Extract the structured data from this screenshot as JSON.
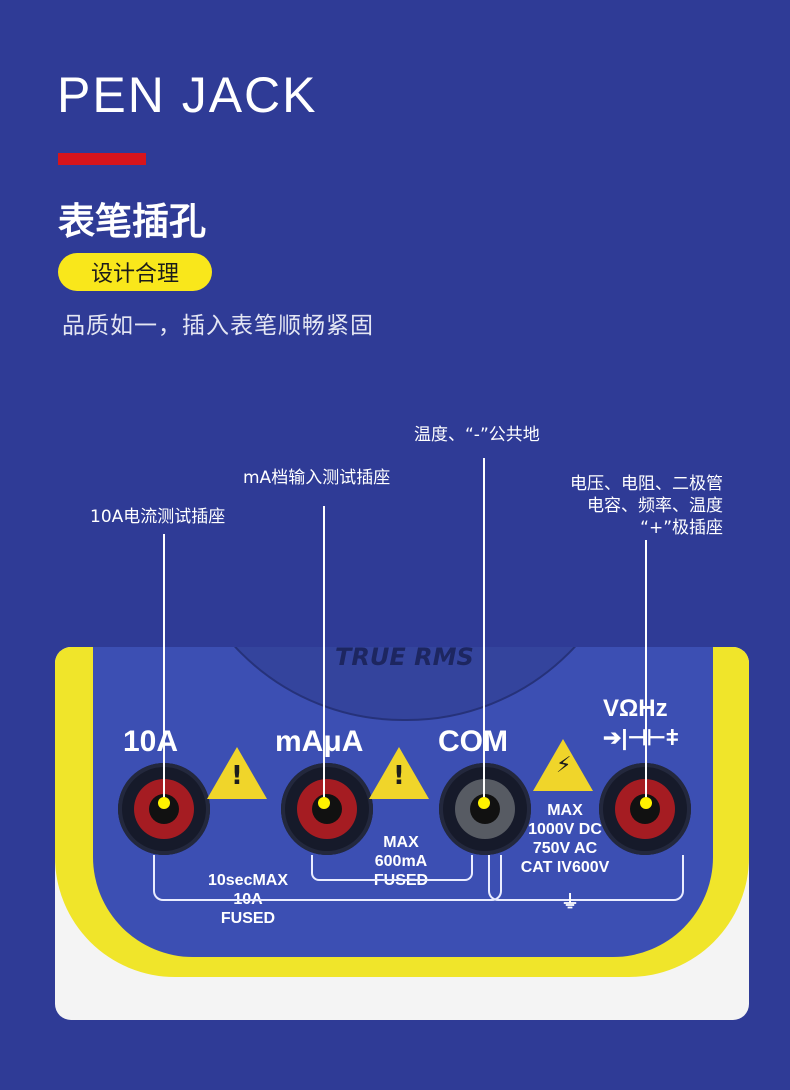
{
  "header": {
    "title_en": "PEN JACK",
    "title_cn": "表笔插孔",
    "badge": "设计合理",
    "description": "品质如一，插入表笔顺畅紧固"
  },
  "callouts": [
    {
      "id": "10a",
      "text": "10A电流测试插座"
    },
    {
      "id": "ma",
      "text": "mA档输入测试插座"
    },
    {
      "id": "com",
      "text": "温度、“-”公共地"
    },
    {
      "id": "v",
      "lines": [
        "电压、电阻、二极管",
        "电容、频率、温度",
        "“+”极插座"
      ]
    }
  ],
  "device": {
    "rms_text": "TRUE RMS",
    "jack_labels": [
      "10A",
      "mAμA",
      "COM",
      "VΩHz"
    ],
    "v_symbols": "➔|⊣⊢ǂ",
    "ma_spec": [
      "MAX",
      "600mA",
      "FUSED"
    ],
    "a_spec": [
      "10secMAX",
      "10A",
      "FUSED"
    ],
    "v_spec": [
      "MAX",
      "1000V DC",
      "750V AC",
      "CAT IV600V"
    ]
  },
  "colors": {
    "background": "#2f3b96",
    "accent_red": "#d7141b",
    "badge_yellow": "#f9e71b",
    "callout_dot": "#fff200"
  }
}
